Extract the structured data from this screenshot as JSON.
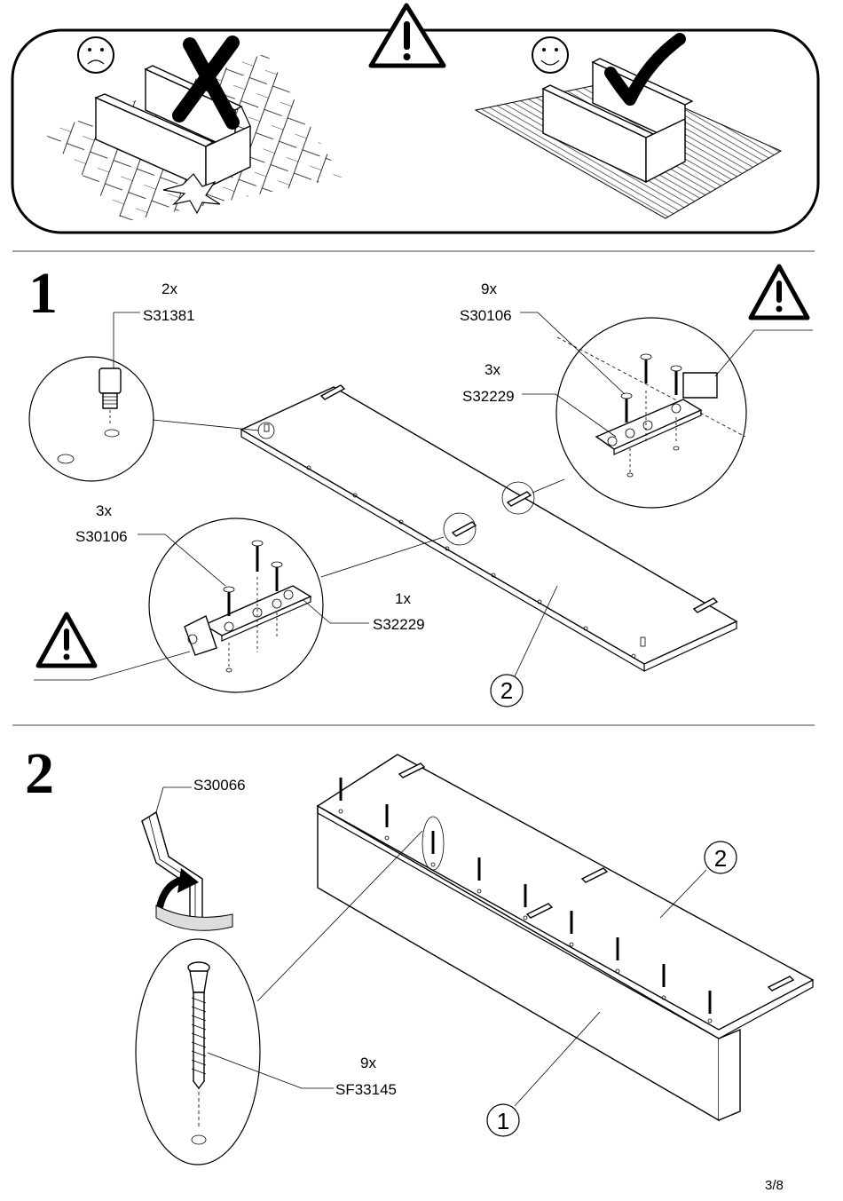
{
  "warning_panel": {
    "bad_face": "sad-face",
    "good_face": "smiley-face",
    "bad_mark": "cross",
    "good_mark": "check"
  },
  "step1": {
    "number": "1",
    "callout_foot": {
      "qty": "2x",
      "code": "S31381"
    },
    "callout_right_screws": {
      "qty": "9x",
      "code": "S30106"
    },
    "callout_right_hinge": {
      "qty": "3x",
      "code": "S32229"
    },
    "callout_left_screws": {
      "qty": "3x",
      "code": "S30106"
    },
    "callout_left_hinge": {
      "qty": "1x",
      "code": "S32229"
    },
    "part_number": "2"
  },
  "step2": {
    "number": "2",
    "tool_code": "S30066",
    "screw_qty": "9x",
    "screw_code": "SF33145",
    "part_top": "2",
    "part_bottom": "1"
  },
  "footer": {
    "page": "3/8"
  }
}
